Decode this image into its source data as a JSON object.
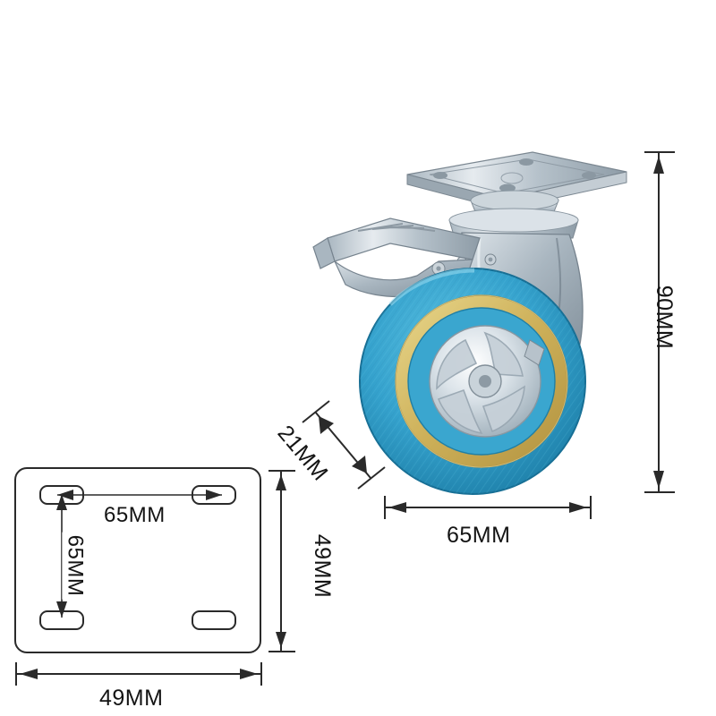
{
  "product": {
    "name": "swivel-caster-with-brake",
    "wheel_color": "#3aa6cf",
    "tread_band_color": "#d8bf67",
    "metal_color": "#b9c3cb",
    "line_color": "#2a2a2a"
  },
  "dimensions": {
    "overall_height": "90MM",
    "wheel_diameter": "65MM",
    "wheel_width": "21MM",
    "plate_length": "49MM",
    "plate_width": "49MM",
    "bolt_hole_spacing_horizontal": "65MM",
    "bolt_hole_spacing_vertical": "65MM"
  },
  "labels": {
    "right_height": "90MM",
    "bottom_wheel": "65MM",
    "wheel_thickness": "21MM",
    "plate_hole_horizontal": "65MM",
    "plate_hole_vertical": "65MM",
    "plate_right": "49MM",
    "plate_bottom": "49MM"
  },
  "icons": {
    "arrow": "arrow-head",
    "caster": "caster-wheel-illustration",
    "plate": "mounting-plate-top-view"
  }
}
